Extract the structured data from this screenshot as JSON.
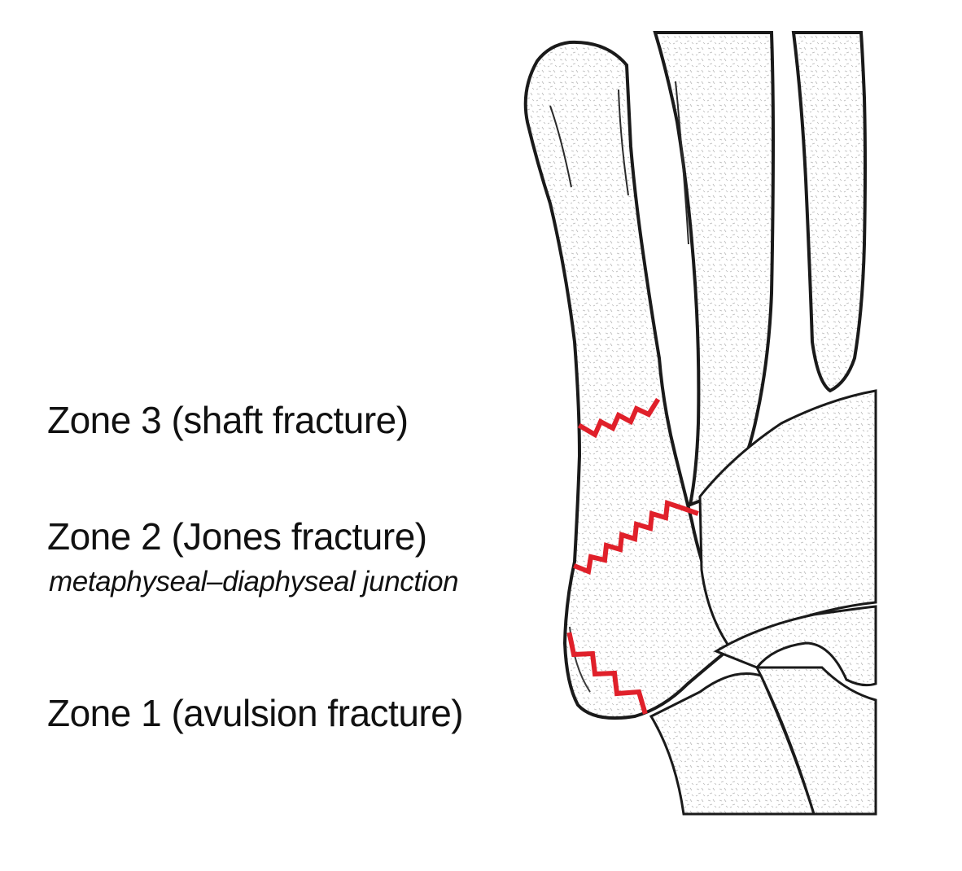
{
  "labels": {
    "zone3": "Zone 3 (shaft fracture)",
    "zone2": "Zone 2 (Jones fracture)",
    "zone2_sub": "metaphyseal–diaphyseal junction",
    "zone1": "Zone 1 (avulsion fracture)"
  },
  "colors": {
    "fracture_line": "#e0202a",
    "bone_outline": "#1a1a1a",
    "text": "#111111",
    "background": "#ffffff"
  }
}
